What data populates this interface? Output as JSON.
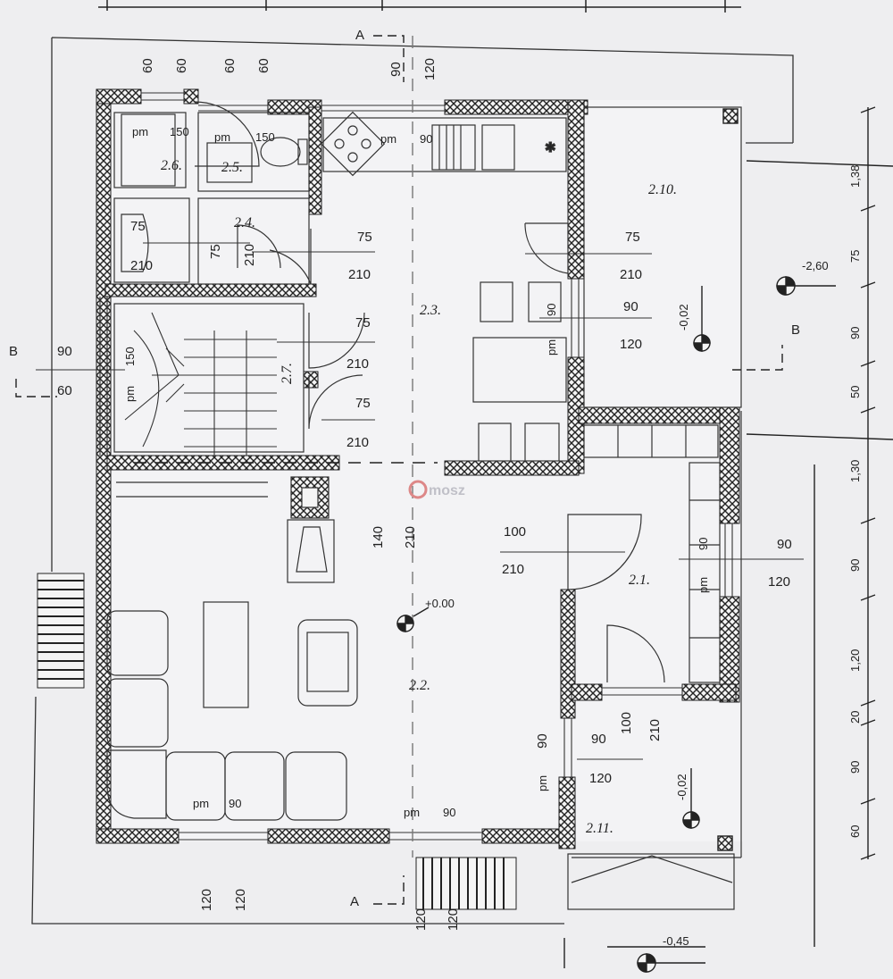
{
  "section_marks": {
    "a_top": "A",
    "a_bottom": "A",
    "b_left": "B",
    "b_right": "B"
  },
  "rooms": {
    "r21": "2.1.",
    "r22": "2.2.",
    "r23": "2.3.",
    "r24": "2.4.",
    "r25": "2.5.",
    "r26": "2.6.",
    "r27": "2.7.",
    "r210": "2.10.",
    "r211": "2.11."
  },
  "levels": {
    "main": "+0.00",
    "terrace": "-0,02",
    "entrance": "-0,02",
    "garden": "-2,60",
    "outside": "-0,45"
  },
  "top_dims": [
    "60",
    "60",
    "60",
    "60",
    "90",
    "120"
  ],
  "right_dims": [
    "1,38",
    "75",
    "90",
    "50",
    "1,30",
    "90",
    "1,20",
    "20",
    "90",
    "60"
  ],
  "bottom_dims": [
    "120",
    "120",
    "120",
    "120"
  ],
  "window_labels": {
    "pm": "pm",
    "w150a": "150",
    "w150b": "150",
    "w90k": "90",
    "w90v": "90",
    "w60v": "60",
    "w150s": "150",
    "w90r": "90",
    "w120r": "120",
    "w90e": "90",
    "w120e": "120",
    "w90e2": "90",
    "w90l": "90",
    "w120l": "120",
    "w90b1": "90",
    "w90b2": "90"
  },
  "door_labels": {
    "d75a": "75",
    "d210a": "210",
    "d75b": "75",
    "d210b": "210",
    "d75c": "75",
    "d210c": "210",
    "d75d": "75",
    "d210d": "210",
    "d75e": "75",
    "d210e": "210",
    "d75f": "75",
    "d210f": "210",
    "d140": "140",
    "d210g": "210",
    "d100": "100",
    "d210h": "210",
    "d100v": "100",
    "d210v": "210"
  },
  "watermark": "mosz"
}
